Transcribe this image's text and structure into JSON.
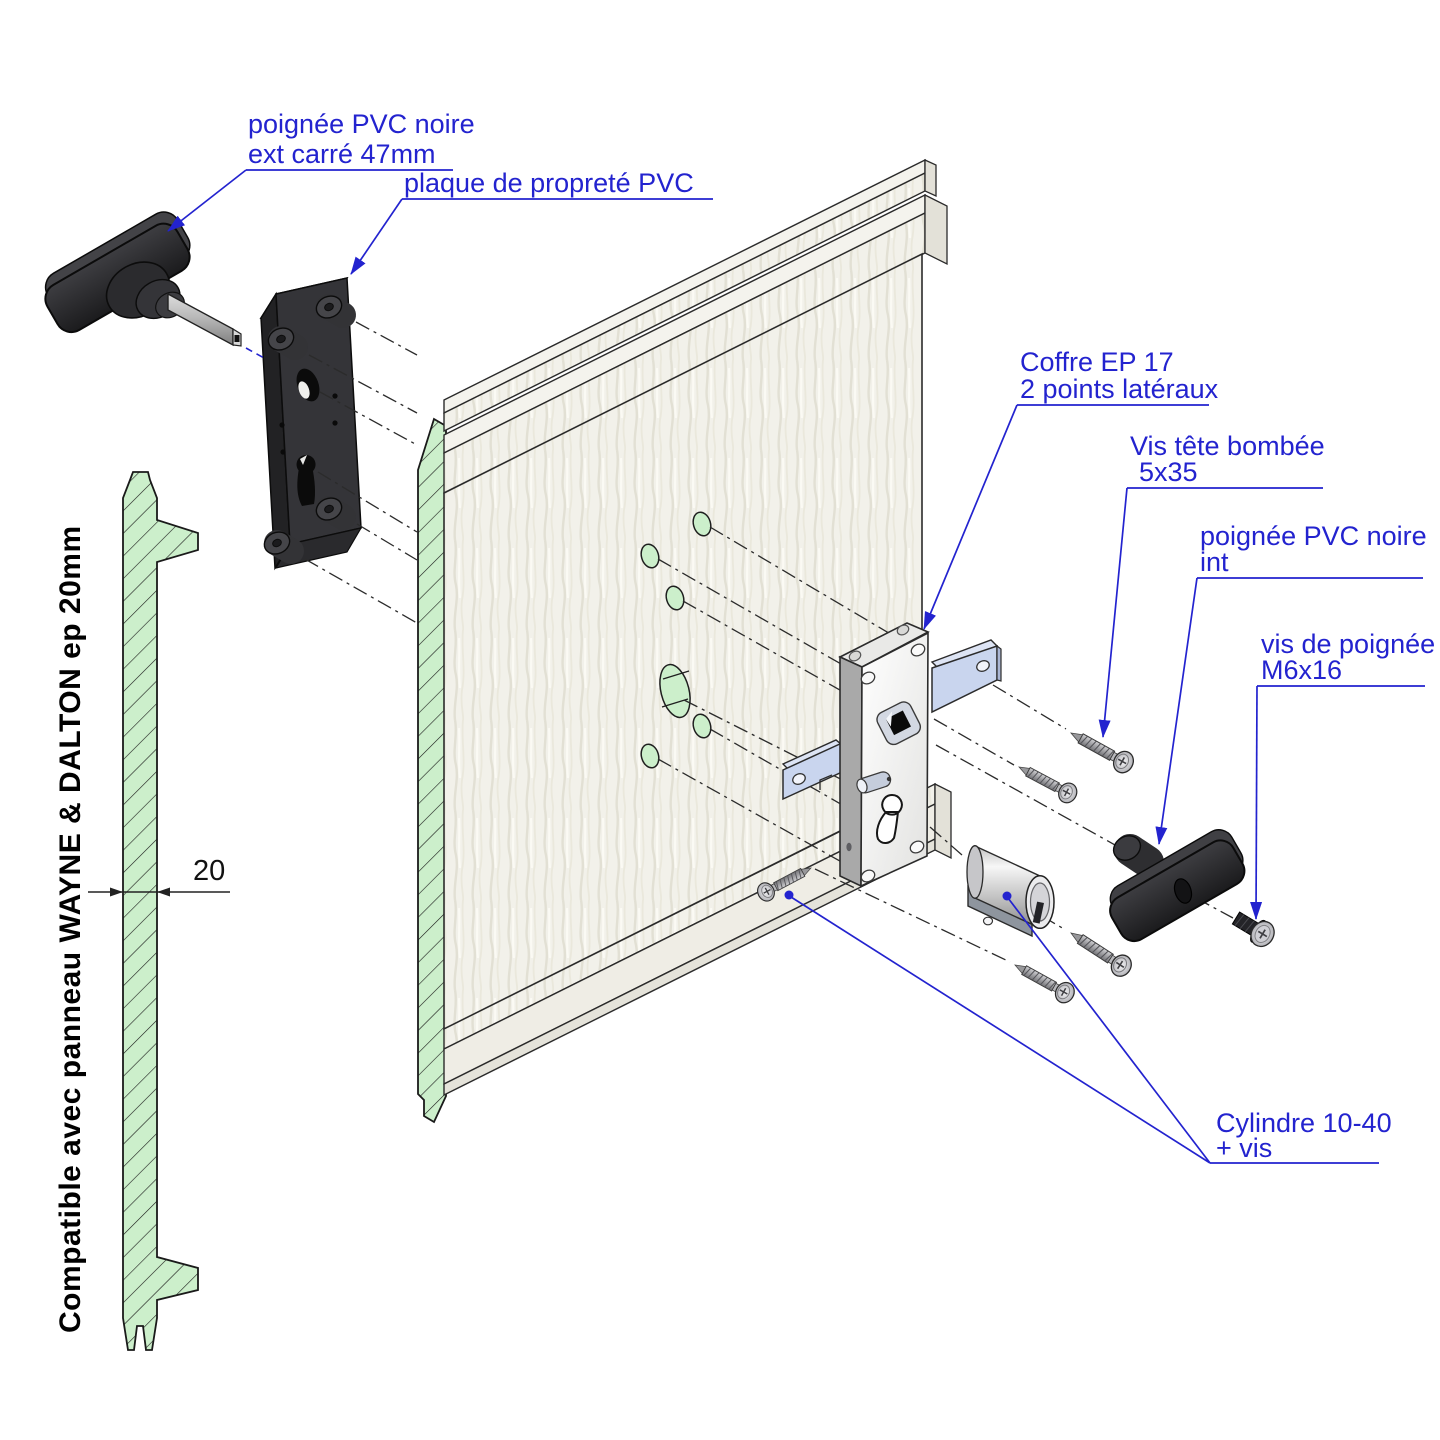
{
  "colors": {
    "accent": "#2323cf",
    "section-green": "#ccefcb",
    "panel-base": "#f2f1ea"
  },
  "labels": {
    "handle_ext": {
      "line1": "poignée PVC noire",
      "line2": "ext carré 47mm"
    },
    "plate": {
      "line1": "plaque de propreté PVC"
    },
    "coffre": {
      "line1": "Coffre EP 17",
      "line2": "2 points latéraux"
    },
    "screw_dome": {
      "line1": "Vis tête bombée",
      "line2": "5x35"
    },
    "handle_int": {
      "line1": "poignée PVC noire",
      "line2": "int"
    },
    "handle_screw": {
      "line1": "vis de poignée",
      "line2": "M6x16"
    },
    "cylinder": {
      "line1": "Cylindre 10-40",
      "line2": "+ vis"
    }
  },
  "side_note": "Compatible avec panneau WAYNE & DALTON ep 20mm",
  "dimension": {
    "value": "20"
  }
}
